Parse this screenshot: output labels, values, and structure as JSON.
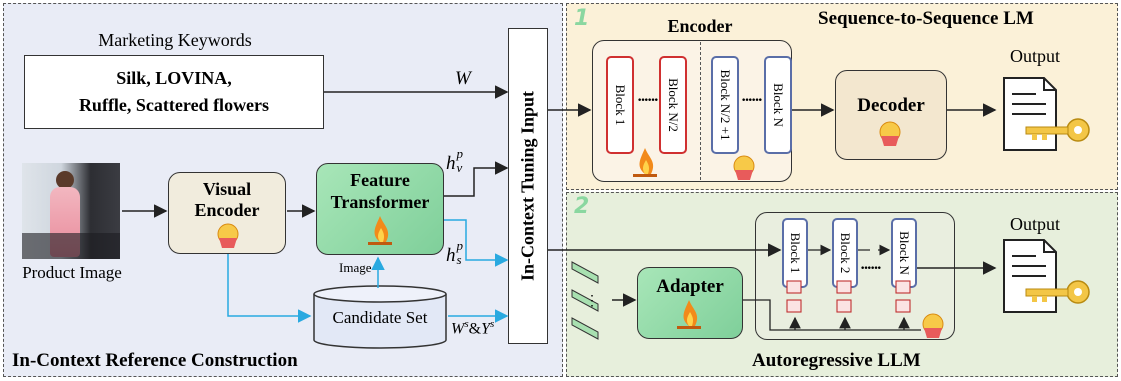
{
  "left_panel": {
    "title": "In-Context Reference Construction",
    "marketing_keywords_label": "Marketing Keywords",
    "keywords_line1": "Silk, LOVINA,",
    "keywords_line2": "Ruffle, Scattered flowers",
    "w_label": "W",
    "product_image_label": "Product Image",
    "visual_encoder_line1": "Visual",
    "visual_encoder_line2": "Encoder",
    "feature_transformer_line1": "Feature",
    "feature_transformer_line2": "Transformer",
    "image_label": "Image",
    "candidate_set_label": "Candidate Set",
    "hv_base": "h",
    "hv_sub": "v",
    "hv_sup": "p",
    "hs_base": "h",
    "hs_sub": "s",
    "hs_sup": "p",
    "ws_label": "W",
    "ws_sup": "s",
    "amp": "&",
    "ys_label": "Y",
    "ys_sup": "s"
  },
  "tuning_input_label": "In-Context Tuning Input",
  "top_right": {
    "number": "1",
    "title": "Sequence-to-Sequence LM",
    "encoder_label": "Encoder",
    "blocks": [
      "Block 1",
      "Block N/2",
      "Block N/2 +1",
      "Block N"
    ],
    "dots": "······",
    "decoder_label": "Decoder",
    "output_label": "Output"
  },
  "bottom_right": {
    "number": "2",
    "title": "Autoregressive LLM",
    "adapter_label": "Adapter",
    "blocks": [
      "Block 1",
      "Block 2",
      "Block N"
    ],
    "dots": "······",
    "output_label": "Output"
  },
  "colors": {
    "arrow_blue": "#29a9e0",
    "red_block": "#d03030",
    "blue_block": "#5a6ea8",
    "green_box": "#8fd7a0",
    "flame": "#f28a1a"
  }
}
